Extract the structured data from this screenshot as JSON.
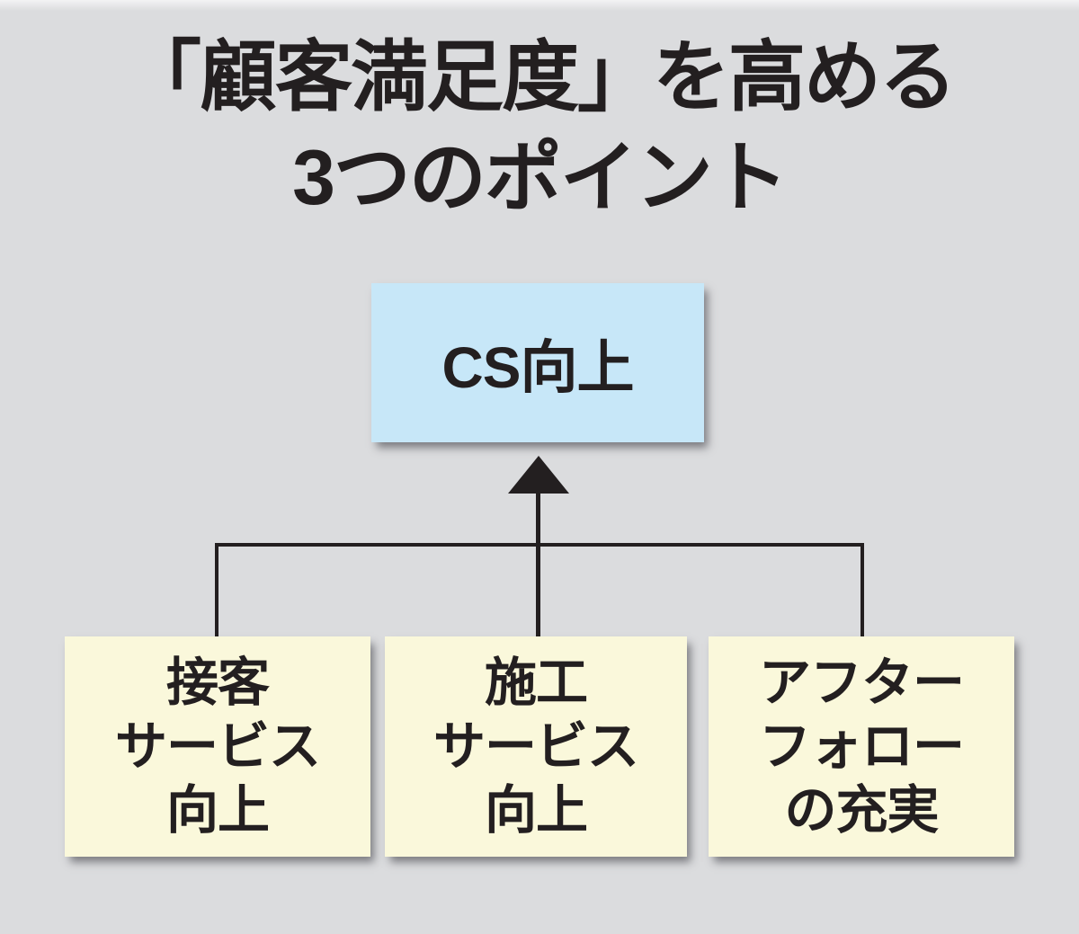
{
  "title": {
    "line1": "「顧客満足度」を高める",
    "line2": "3つのポイント"
  },
  "diagram": {
    "result_box": {
      "label": "CS向上",
      "bg_color": "#c7e7f8"
    },
    "factor_boxes": [
      {
        "lines": [
          "接客",
          "サービス",
          "向上"
        ]
      },
      {
        "lines": [
          "施工",
          "サービス",
          "向上"
        ]
      },
      {
        "lines": [
          "アフター",
          "フォロー",
          "の充実"
        ]
      }
    ],
    "factor_box_bg_color": "#faf8db",
    "connector_color": "#231f20",
    "arrow_direction": "up"
  },
  "colors": {
    "background": "#dbdcde",
    "text": "#231f20"
  }
}
